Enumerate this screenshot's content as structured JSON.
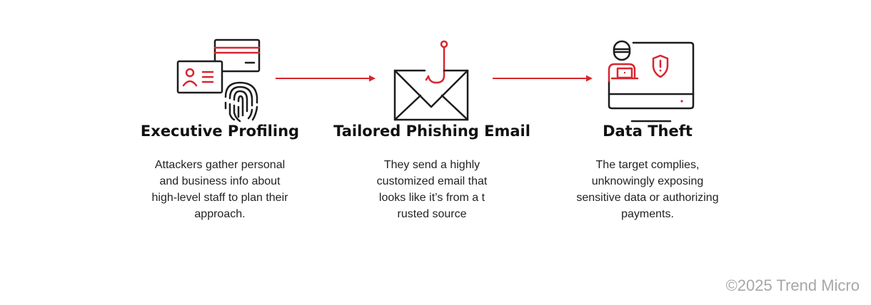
{
  "colors": {
    "accent": "#d7262f",
    "stroke": "#1c1c1c",
    "muted": "#a7a7a7"
  },
  "steps": [
    {
      "title": "Executive Profiling",
      "icon": "id-card-fingerprint-icon",
      "lines": [
        "Attackers gather personal",
        "and business info about",
        "high-level staff to plan their",
        "approach."
      ]
    },
    {
      "title": "Tailored Phishing Email",
      "icon": "phishing-email-icon",
      "lines": [
        "They send a highly",
        "customized email that",
        "looks like it’s from a t",
        "rusted source"
      ]
    },
    {
      "title": "Data Theft",
      "icon": "hacker-monitor-icon",
      "lines": [
        "The target complies,",
        "unknowingly exposing",
        "sensitive data or authorizing",
        "payments."
      ]
    }
  ],
  "copyright": "©2025 Trend Micro"
}
